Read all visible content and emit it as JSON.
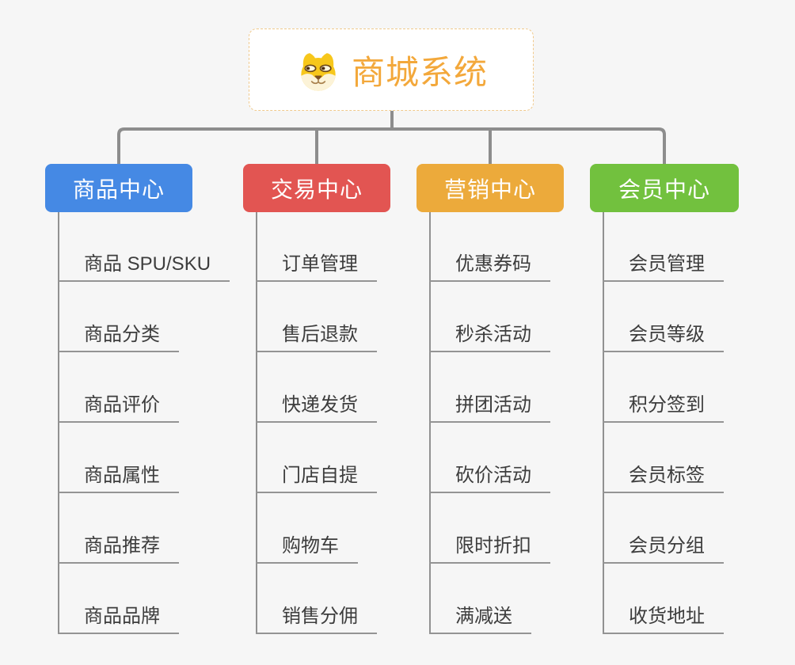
{
  "root": {
    "title": "商城系统",
    "icon": "doge-face"
  },
  "colors": {
    "background": "#f6f6f6",
    "connector": "#8d8d8d",
    "trunk": "#919191",
    "leaf_underline": "#949494",
    "leaf_text": "#3d3d3d",
    "root_text": "#f3a83b",
    "root_border": "#f0c98c",
    "doge_yellow": "#f7c71b",
    "doge_cream": "#fcf3d8"
  },
  "branches": [
    {
      "label": "商品中心",
      "color": "#4589e4",
      "items": [
        "商品 SPU/SKU",
        "商品分类",
        "商品评价",
        "商品属性",
        "商品推荐",
        "商品品牌"
      ]
    },
    {
      "label": "交易中心",
      "color": "#e25552",
      "items": [
        "订单管理",
        "售后退款",
        "快递发货",
        "门店自提",
        "购物车",
        "销售分佣"
      ]
    },
    {
      "label": "营销中心",
      "color": "#ecaa3b",
      "items": [
        "优惠券码",
        "秒杀活动",
        "拼团活动",
        "砍价活动",
        "限时折扣",
        "满减送"
      ]
    },
    {
      "label": "会员中心",
      "color": "#72c13e",
      "items": [
        "会员管理",
        "会员等级",
        "积分签到",
        "会员标签",
        "会员分组",
        "收货地址"
      ]
    }
  ]
}
